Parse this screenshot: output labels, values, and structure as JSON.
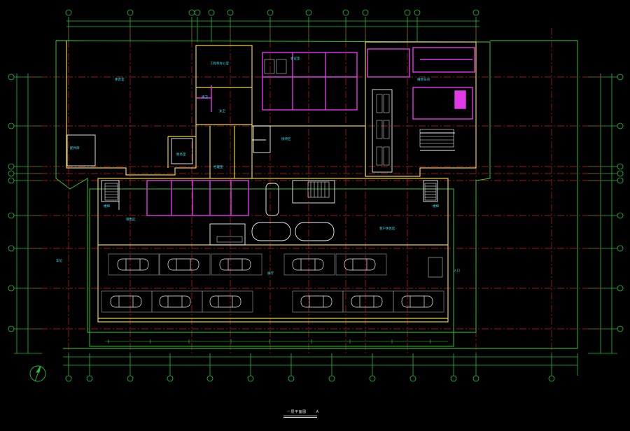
{
  "drawing": {
    "title": "一层平面图",
    "scale_text": "A",
    "colors": {
      "background": "#000000",
      "axis": "#e8322a",
      "axis_bubble": "#22c23a",
      "wall_yellow": "#e6d23a",
      "wall_white": "#f2f2f2",
      "partition_magenta": "#e23ae6",
      "dimension_green": "#3ad43a",
      "text_cyan": "#3ae0f0",
      "grid_red": "#c82020"
    },
    "icons": {
      "north_arrow": "north-arrow-icon",
      "car": "car-icon",
      "stair": "stair-icon"
    }
  },
  "rooms": {
    "office_1": "工程师办公室",
    "office_2": "休息室",
    "reception": "接待区",
    "storage": "配件库",
    "wc_male": "男卫",
    "wc_female": "女卫",
    "lounge": "客户休息区",
    "showroom": "展厅",
    "service": "维修车间",
    "stair_1": "楼梯",
    "stair_2": "楼梯",
    "meeting": "会议室",
    "finance": "财务室",
    "manager": "经理室",
    "sales": "销售区",
    "parking": "车位",
    "entrance": "入口"
  }
}
